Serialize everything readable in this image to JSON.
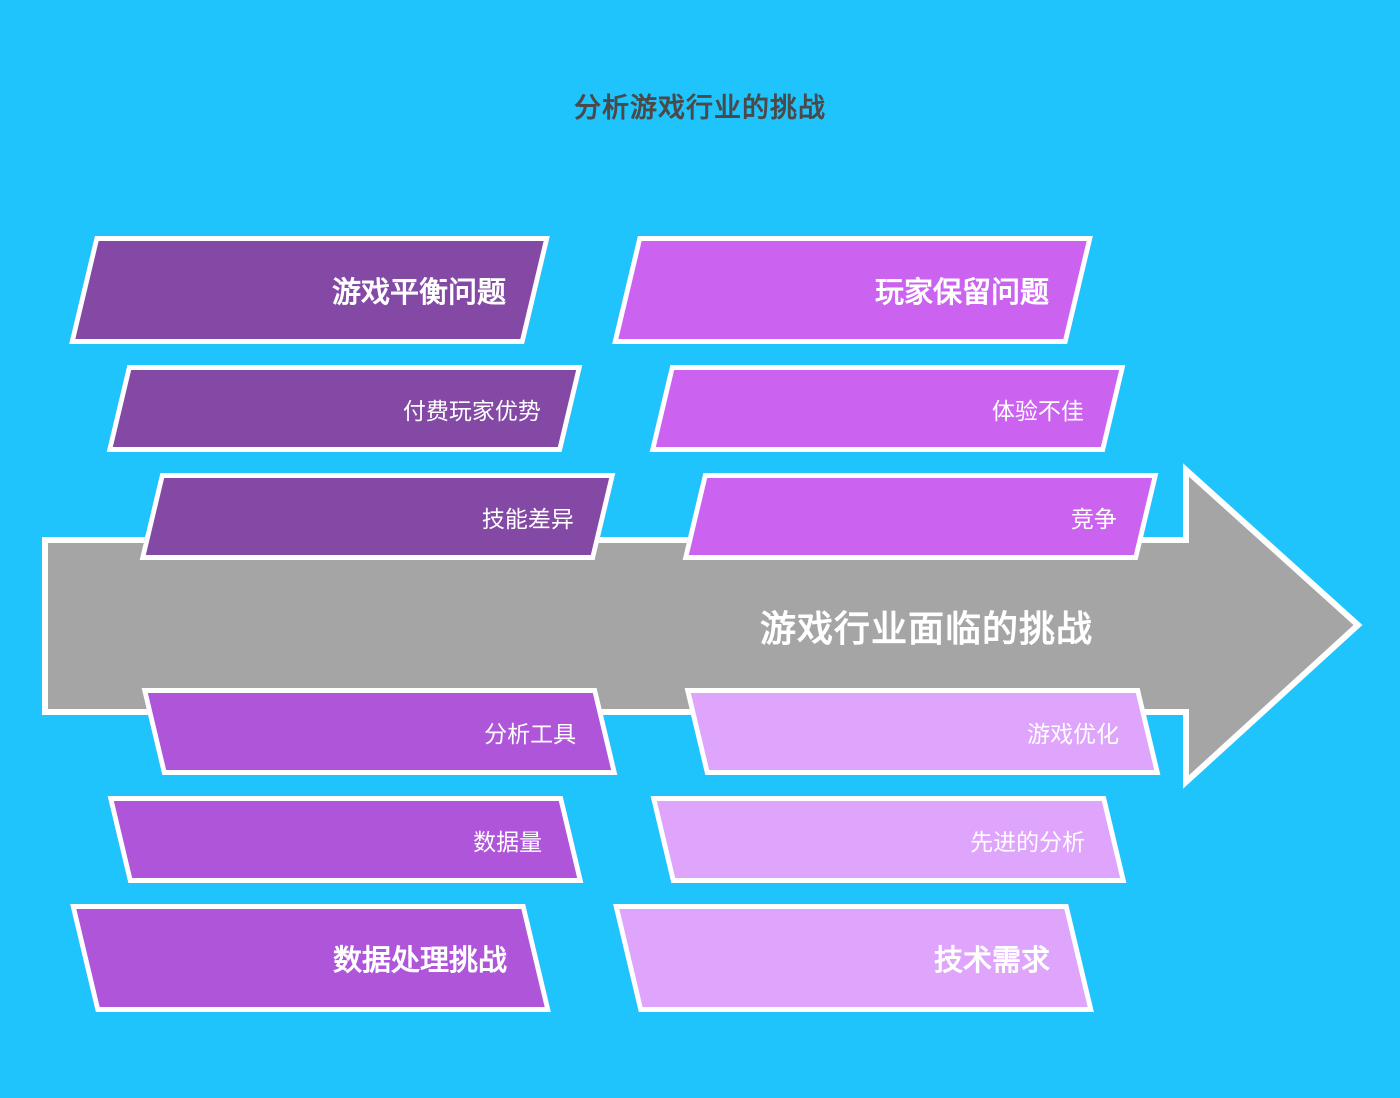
{
  "title": "分析游戏行业的挑战",
  "colors": {
    "background": "#1fc4fd",
    "arrow": "#a5a5a5",
    "border": "#ffffff",
    "title_text": "#4a4a4a",
    "branch_top_left": "#8449a4",
    "branch_top_right": "#cb63f0",
    "branch_bottom_left": "#ae55da",
    "branch_bottom_right": "#dfa4fb"
  },
  "arrow": {
    "label": "游戏行业面临的挑战"
  },
  "branches": [
    {
      "id": "game-balance",
      "position": "top-left",
      "color": "#8449a4",
      "items": [
        {
          "text": "游戏平衡问题",
          "emphasis": "head"
        },
        {
          "text": "付费玩家优势",
          "emphasis": "sub"
        },
        {
          "text": "技能差异",
          "emphasis": "sub"
        }
      ]
    },
    {
      "id": "player-retention",
      "position": "top-right",
      "color": "#cb63f0",
      "items": [
        {
          "text": "玩家保留问题",
          "emphasis": "head"
        },
        {
          "text": "体验不佳",
          "emphasis": "sub"
        },
        {
          "text": "竞争",
          "emphasis": "sub"
        }
      ]
    },
    {
      "id": "data-processing",
      "position": "bottom-left",
      "color": "#ae55da",
      "items": [
        {
          "text": "分析工具",
          "emphasis": "sub"
        },
        {
          "text": "数据量",
          "emphasis": "sub"
        },
        {
          "text": "数据处理挑战",
          "emphasis": "head"
        }
      ]
    },
    {
      "id": "technology-needs",
      "position": "bottom-right",
      "color": "#dfa4fb",
      "items": [
        {
          "text": "游戏优化",
          "emphasis": "sub"
        },
        {
          "text": "先进的分析",
          "emphasis": "sub"
        },
        {
          "text": "技术需求",
          "emphasis": "head"
        }
      ]
    }
  ]
}
